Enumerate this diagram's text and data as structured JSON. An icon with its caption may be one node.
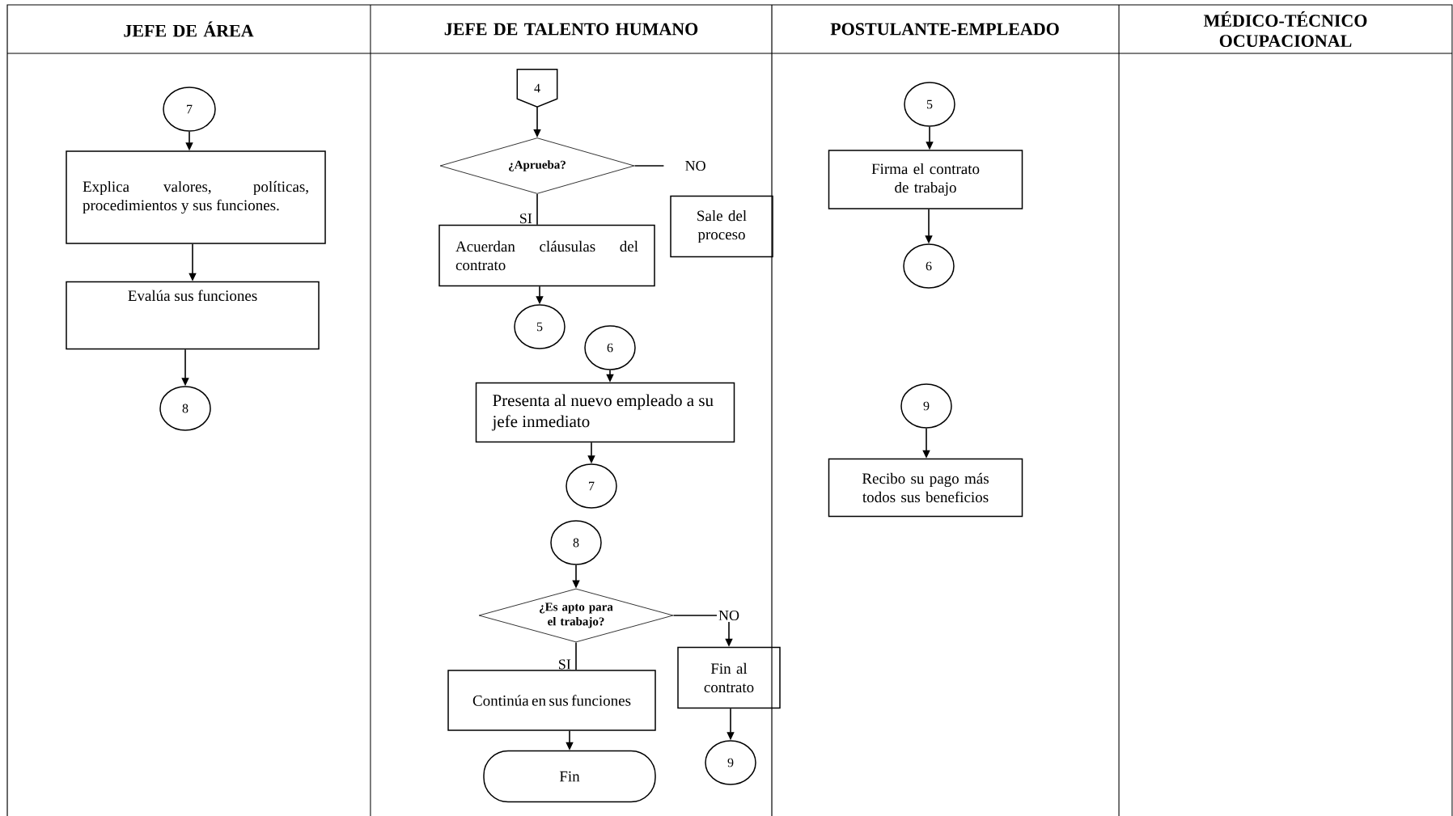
{
  "diagram": {
    "nodes": [
      {
        "text": [
          "7"
        ]
      },
      {
        "text": [
          "Explica valores, políticas, procedimientos y sus funciones."
        ]
      },
      {
        "text": [
          "Evalúa sus funciones"
        ]
      },
      {
        "text": [
          "8"
        ]
      },
      {
        "text": [
          "4"
        ]
      },
      {
        "text": [
          "¿Aprueba?"
        ]
      },
      {
        "text": [
          "Sale del proceso"
        ]
      },
      {
        "text": [
          "Acuerdan cláusulas del contrato"
        ]
      },
      {
        "text": [
          "5"
        ]
      },
      {
        "text": [
          "6"
        ]
      },
      {
        "text": [
          "Presenta al nuevo empleado a su jefe inmediato"
        ]
      },
      {
        "text": [
          "7"
        ]
      },
      {
        "text": [
          "8"
        ]
      },
      {
        "text": [
          "¿Es apto para el trabajo?"
        ]
      },
      {
        "text": [
          "Continúa en sus funciones"
        ]
      },
      {
        "text": [
          "Fin al contrato"
        ]
      },
      {
        "text": [
          "Fin"
        ]
      },
      {
        "text": [
          "9"
        ]
      },
      {
        "text": [
          "5"
        ]
      },
      {
        "text": [
          "Firma el contrato de trabajo"
        ]
      },
      {
        "text": [
          "6"
        ]
      },
      {
        "text": [
          "9"
        ]
      },
      {
        "text": [
          "Recibo su pago más todos sus beneficios"
        ]
      }
    ],
    "edges": [
      {
        "from": 0,
        "to": 1,
        "arrow": "to"
      },
      {
        "from": 1,
        "to": 2,
        "arrow": "to"
      },
      {
        "from": 2,
        "to": 3,
        "arrow": "to"
      },
      {
        "from": 4,
        "to": 5,
        "arrow": "to"
      },
      {
        "from": 5,
        "to": null,
        "arrow": "none",
        "label": "NO"
      },
      {
        "from": 5,
        "to": 7,
        "arrow": "none",
        "label": "SI"
      },
      {
        "from": 7,
        "to": 8,
        "arrow": "to"
      },
      {
        "from": 9,
        "to": 10,
        "arrow": "to"
      },
      {
        "from": 10,
        "to": 11,
        "arrow": "to"
      },
      {
        "from": 12,
        "to": 13,
        "arrow": "to"
      },
      {
        "from": 13,
        "to": 15,
        "arrow": "to",
        "label": "NO"
      },
      {
        "from": 13,
        "to": 14,
        "arrow": "none",
        "label": "SI"
      },
      {
        "from": 14,
        "to": 16,
        "arrow": "to"
      },
      {
        "from": 15,
        "to": 17,
        "arrow": "to"
      },
      {
        "from": 18,
        "to": 19,
        "arrow": "to"
      },
      {
        "from": 19,
        "to": 20,
        "arrow": "to"
      },
      {
        "from": 21,
        "to": 22,
        "arrow": "to"
      }
    ],
    "labels": [
      "JEFE DE ÁREA",
      "JEFE DE TALENTO HUMANO",
      "POSTULANTE-EMPLEADO",
      "MÉDICO-TÉCNICO OCUPACIONAL"
    ]
  }
}
